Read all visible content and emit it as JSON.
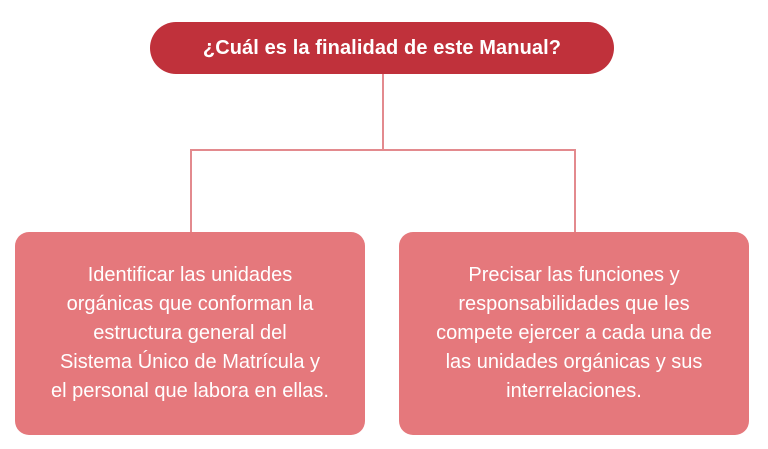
{
  "title": "¿Cuál es la finalidad de este Manual?",
  "cards": [
    {
      "lines": [
        "Identificar las unidades",
        "orgánicas que conforman la",
        "estructura general del",
        "Sistema Único de Matrícula y",
        "el personal que labora en ellas."
      ]
    },
    {
      "lines": [
        "Precisar las funciones y",
        "responsabilidades que les",
        "compete ejercer a cada una de",
        "las unidades orgánicas y sus",
        "interrelaciones."
      ]
    }
  ],
  "colors": {
    "title_bg": "#c0313b",
    "card_bg": "#e5787c",
    "connector": "#e38a8e"
  }
}
